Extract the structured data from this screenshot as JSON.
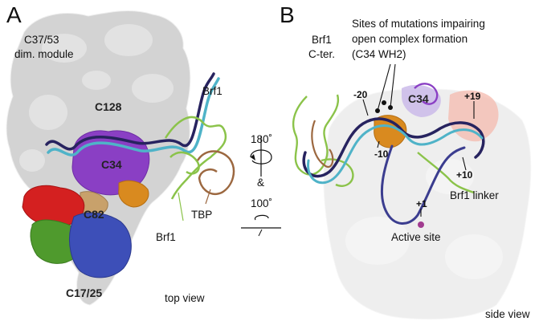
{
  "colors": {
    "surface_grey": "#d3d3d3",
    "c34_purple": "#8a3fc4",
    "c82_orange": "#d98a1f",
    "red_domain": "#d42020",
    "green_domain": "#4f9a2d",
    "blue_domain": "#3d4fb8",
    "brf1_green": "#8bc34a",
    "tbp_brown": "#9c6840",
    "dna_dark": "#27235f",
    "dna_light": "#4fb3c8",
    "linker_navy": "#3b3d8f",
    "active_site_magenta": "#a13b8f",
    "module_label": "#4a3aa0"
  },
  "panel_a": {
    "letter": "A",
    "module_label_line1": "C37/53",
    "module_label_line2": "dim. module",
    "c128": "C128",
    "c34": "C34",
    "c82": "C82",
    "c17_25": "C17/25",
    "brf1_top": "Brf1",
    "brf1_bottom": "Brf1",
    "tbp": "TBP",
    "view": "top view"
  },
  "rotation": {
    "deg1": "180˚",
    "amp": "&",
    "deg2": "100˚"
  },
  "panel_b": {
    "letter": "B",
    "sites_line1": "Sites of mutations impairing",
    "sites_line2": "open complex formation",
    "sites_line3": "(C34 WH2)",
    "brf1_cter_line1": "Brf1",
    "brf1_cter_line2": "C-ter.",
    "c34": "C34",
    "pos_m20": "-20",
    "pos_m10": "-10",
    "pos_p19": "+19",
    "pos_p10": "+10",
    "pos_p1": "+1",
    "brf1_linker": "Brf1 linker",
    "active_site": "Active site",
    "view": "side view"
  }
}
